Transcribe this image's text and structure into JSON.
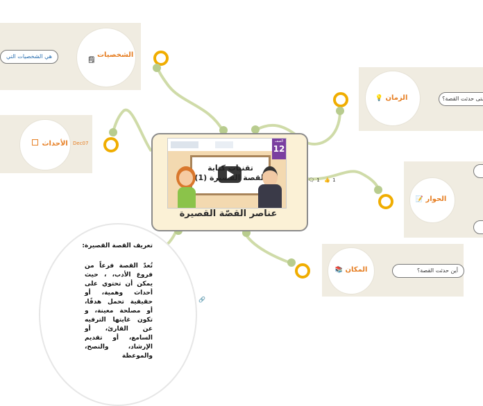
{
  "central": {
    "title": "عناصر القصّة القصيرة",
    "video_title_line1": "تقنيات كتابة",
    "video_title_line2": "القصة القصيرة (1)",
    "grade_label": "الصف",
    "grade_number": "12",
    "comments_count": "1",
    "likes_count": "1"
  },
  "topics": {
    "characters": {
      "label": "الشخصيات",
      "sub": "هي الشخصيات التي"
    },
    "events": {
      "label": "الأحداث",
      "date": "Dec07"
    },
    "time": {
      "label": "الزمان",
      "sub": "متى حدثت القصة؟"
    },
    "dialogue": {
      "label": "الحوار"
    },
    "place": {
      "label": "المكان",
      "sub": "أين حدثت القصة؟"
    }
  },
  "definition": {
    "title": "تعريف القصة القصيرة:",
    "body": "تُعدّ القصة فرعاً من فروع الأدب، ، حيث يمكن أن تحتوي على أحداث وهمية، أو حقيقية تحمل هدفًا، أو مصلحة معينة، و تكون غايتها الترفيه عن القارئ، أو السامع، أو تقديم الإرشاد، والنصح، والموعظة"
  },
  "colors": {
    "connector": "#cfdba8",
    "ring": "#f0ad00",
    "topic_text": "#e67e22",
    "panel": "#f0ece1"
  }
}
